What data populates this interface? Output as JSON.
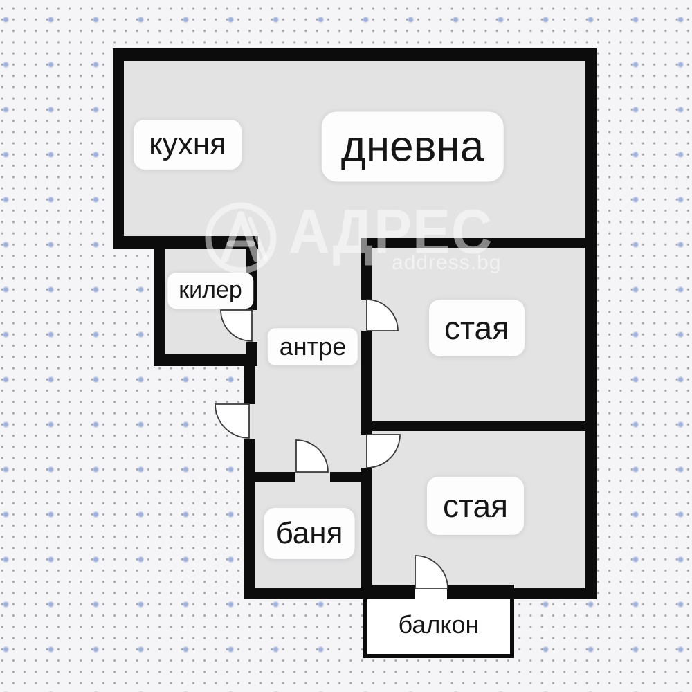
{
  "watermark": {
    "brand": "АДРЕС",
    "domain": "address.bg",
    "logo_letter": "A"
  },
  "rooms": [
    {
      "id": "kitchen",
      "label": "кухня"
    },
    {
      "id": "living_room",
      "label": "дневна"
    },
    {
      "id": "closet",
      "label": "килер"
    },
    {
      "id": "hallway",
      "label": "антре"
    },
    {
      "id": "room_upper",
      "label": "стая"
    },
    {
      "id": "bathroom",
      "label": "баня"
    },
    {
      "id": "room_lower",
      "label": "стая"
    },
    {
      "id": "balcony",
      "label": "балкон"
    }
  ],
  "doors": [
    {
      "id": "closet-door",
      "between": [
        "closet",
        "hallway"
      ]
    },
    {
      "id": "entrance-door",
      "between": [
        "hallway",
        "outside"
      ]
    },
    {
      "id": "room-upper-door",
      "between": [
        "hallway",
        "room_upper"
      ]
    },
    {
      "id": "room-lower-door",
      "between": [
        "hallway",
        "room_lower"
      ]
    },
    {
      "id": "bathroom-door",
      "between": [
        "hallway",
        "bathroom"
      ]
    },
    {
      "id": "balcony-door",
      "between": [
        "room_lower",
        "balcony"
      ]
    }
  ],
  "colors": {
    "background": "#f5f5f7",
    "plan_interior": "#e3e3e4",
    "walls": "#0c0c0c",
    "label_pill": "#fdfdfd",
    "label_text": "#161616",
    "dot_small": "#a6a6ae",
    "dot_accent": "#9fb0da",
    "watermark_white": "rgba(255,255,255,0.5)"
  }
}
